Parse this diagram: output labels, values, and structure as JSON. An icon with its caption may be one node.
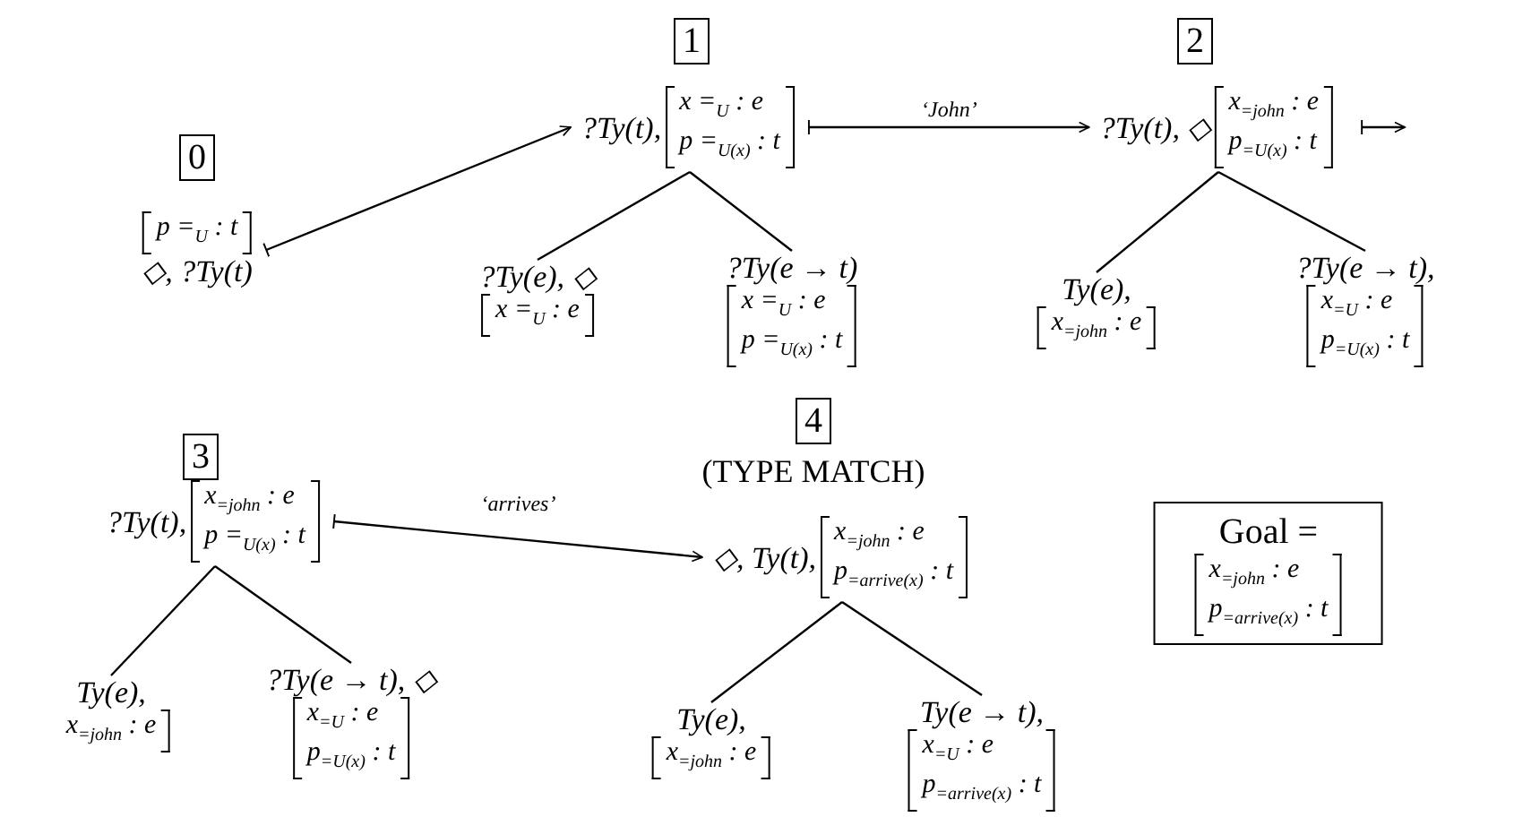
{
  "diagram": {
    "nodes": [
      {
        "text": [
          "0"
        ]
      },
      {
        "text": [
          "p =$_{U}$ : t",
          "◇, ?Ty(t)"
        ]
      },
      {
        "text": [
          "1"
        ]
      },
      {
        "text": [
          "?Ty(t),",
          "x =$_{U}$ : e",
          "p =$_{U(x)}$ : t"
        ]
      },
      {
        "text": [
          "?Ty(e), ◇",
          "x =$_{U}$ : e"
        ]
      },
      {
        "text": [
          "?Ty(e → t)",
          "x =$_{U}$ : e",
          "p =$_{U(x)}$ : t"
        ]
      },
      {
        "text": [
          "2"
        ]
      },
      {
        "text": [
          "?Ty(t), ◇",
          "x$_{=john}$ : e",
          "p$_{=U(x)}$ : t"
        ]
      },
      {
        "text": [
          "Ty(e),",
          "x$_{=john}$ : e"
        ]
      },
      {
        "text": [
          "?Ty(e → t),",
          "x$_{=U}$ : e",
          "p$_{=U(x)}$ : t"
        ]
      },
      {
        "text": [
          "3"
        ]
      },
      {
        "text": [
          "?Ty(t),",
          "x$_{=john}$ : e",
          "p =$_{U(x)}$ : t"
        ]
      },
      {
        "text": [
          "Ty(e),",
          "x$_{=john}$ : e"
        ]
      },
      {
        "text": [
          "?Ty(e → t), ◇",
          "x$_{=U}$ : e",
          "p$_{=U(x)}$ : t"
        ]
      },
      {
        "text": [
          "4"
        ],
        "beside": [
          "(TYPE MATCH)"
        ]
      },
      {
        "text": [
          "◇, Ty(t),",
          "x$_{=john}$ : e",
          "p$_{=arrive(x)}$ : t"
        ]
      },
      {
        "text": [
          "Ty(e),",
          "x$_{=john}$ : e"
        ]
      },
      {
        "text": [
          "Ty(e → t),",
          "x$_{=U}$ : e",
          "p$_{=arrive(x)}$ : t"
        ]
      },
      {
        "text": [
          "Goal =",
          "x$_{=john}$ : e",
          "p$_{=arrive(x)}$ : t"
        ]
      }
    ],
    "edges": [
      {
        "from": 1,
        "to": 3,
        "arrow": "to"
      },
      {
        "from": 3,
        "to": 4,
        "arrow": "none"
      },
      {
        "from": 3,
        "to": 5,
        "arrow": "none"
      },
      {
        "from": 3,
        "to": 7,
        "arrow": "to",
        "label": "‘John’"
      },
      {
        "from": 7,
        "to": 8,
        "arrow": "none"
      },
      {
        "from": 7,
        "to": 9,
        "arrow": "none"
      },
      {
        "from": 7,
        "to": null,
        "arrow": "to"
      },
      {
        "from": 11,
        "to": 12,
        "arrow": "none"
      },
      {
        "from": 11,
        "to": 13,
        "arrow": "none"
      },
      {
        "from": 11,
        "to": 15,
        "arrow": "to",
        "label": "‘arrives’"
      },
      {
        "from": 15,
        "to": 16,
        "arrow": "none"
      },
      {
        "from": 15,
        "to": 17,
        "arrow": "none"
      }
    ]
  }
}
